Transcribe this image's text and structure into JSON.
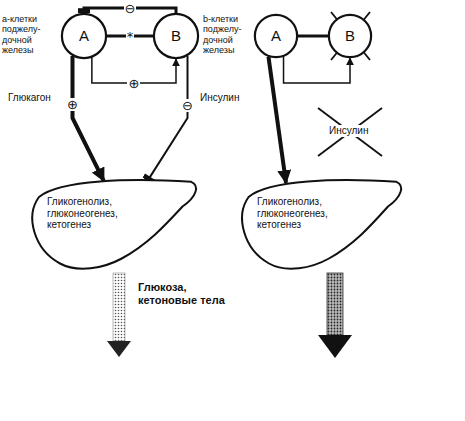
{
  "diagram": {
    "nodes": [
      {
        "text": [
          "A"
        ]
      },
      {
        "text": [
          "B"
        ]
      },
      {
        "text": [
          "Гликогенолиз, глюконеогенез, кетогенез"
        ]
      },
      {
        "text": [
          "A"
        ]
      },
      {
        "text": [
          "B"
        ]
      },
      {
        "text": [
          "Гликогенолиз, глюконеогенез, кетогенез"
        ]
      }
    ],
    "edges": [
      {
        "from": 1,
        "to": 0,
        "arrow": "to",
        "label": "⊖"
      },
      {
        "from": 0,
        "to": 1,
        "arrow": "to",
        "label": "⊕"
      },
      {
        "from": 0,
        "to": 1,
        "arrow": "none",
        "label": "*"
      },
      {
        "from": 0,
        "to": 2,
        "arrow": "to",
        "label": "⊕"
      },
      {
        "from": 1,
        "to": 2,
        "arrow": "to",
        "label": "⊖"
      },
      {
        "from": 3,
        "to": 4,
        "arrow": "none"
      },
      {
        "from": 3,
        "to": 4,
        "arrow": "to"
      },
      {
        "from": 3,
        "to": 5,
        "arrow": "to"
      }
    ],
    "labels": [
      "а-клетки поджелу- дочной железы",
      "b-клетки поджелу- дочной железы",
      "Глюкагон",
      "Инсулин",
      "Глюкоза, кетоновые тела",
      "Инсулин"
    ]
  }
}
